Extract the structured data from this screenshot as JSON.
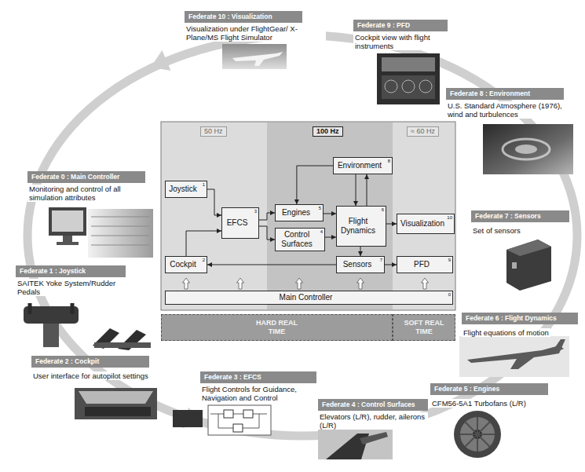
{
  "diagram": {
    "nodes": [
      {
        "text": [
          "Federate 0 : Main Controller",
          "Monitoring and control of all simulation attributes"
        ]
      },
      {
        "text": [
          "Federate 1 : Joystick",
          "SAITEK Yoke System/Rudder Pedals"
        ]
      },
      {
        "text": [
          "Federate 2 : Cockpit",
          "User interface for autopilot settings"
        ]
      },
      {
        "text": [
          "Federate 3 : EFCS",
          "Flight Controls for Guidance, Navigation and Control"
        ]
      },
      {
        "text": [
          "Federate 4 : Control Surfaces",
          "Elevators (L/R), rudder, ailerons (L/R)"
        ]
      },
      {
        "text": [
          "Federate 5 : Engines",
          "CFM56-5A1 Turbofans (L/R)"
        ]
      },
      {
        "text": [
          "Federate 6 : Flight Dynamics",
          "Flight equations of motion"
        ]
      },
      {
        "text": [
          "Federate 7 : Sensors",
          "Set of sensors"
        ]
      },
      {
        "text": [
          "Federate 8 : Environment",
          "U.S. Standard Atmosphere (1976), wind and turbulences"
        ]
      },
      {
        "text": [
          "Federate 9 : PFD",
          "Cockpit view with flight instruments"
        ]
      },
      {
        "text": [
          "Federate 10 : Visualization",
          "Visualization under FlightGear/ X-Plane/MS Flight Simulator"
        ]
      },
      {
        "text": [
          "Joystick",
          "1"
        ]
      },
      {
        "text": [
          "Cockpit",
          "2"
        ]
      },
      {
        "text": [
          "EFCS",
          "3"
        ]
      },
      {
        "text": [
          "Engines",
          "5"
        ]
      },
      {
        "text": [
          "Control Surfaces",
          "4"
        ]
      },
      {
        "text": [
          "Environment",
          "8"
        ]
      },
      {
        "text": [
          "Flight Dynamics",
          "6"
        ]
      },
      {
        "text": [
          "Sensors",
          "7"
        ]
      },
      {
        "text": [
          "Visualization",
          "10"
        ]
      },
      {
        "text": [
          "PFD",
          "9"
        ]
      },
      {
        "text": [
          "Main Controller",
          "0"
        ]
      },
      {
        "text": [
          "HARD REAL TIME"
        ]
      },
      {
        "text": [
          "SOFT REAL TIME"
        ]
      }
    ],
    "edges": [
      {
        "from": 11,
        "to": 13,
        "arrow": "to"
      },
      {
        "from": 12,
        "to": 13,
        "arrow": "to"
      },
      {
        "from": 13,
        "to": 14,
        "arrow": "to"
      },
      {
        "from": 13,
        "to": 15,
        "arrow": "to"
      },
      {
        "from": 14,
        "to": 17,
        "arrow": "to"
      },
      {
        "from": 15,
        "to": 17,
        "arrow": "to"
      },
      {
        "from": 16,
        "to": 14,
        "arrow": "to"
      },
      {
        "from": 16,
        "to": 17,
        "arrow": "to"
      },
      {
        "from": 17,
        "to": 16,
        "arrow": "to"
      },
      {
        "from": 17,
        "to": 19,
        "arrow": "to"
      },
      {
        "from": 17,
        "to": 18,
        "arrow": "to"
      },
      {
        "from": 18,
        "to": 12,
        "arrow": "to"
      },
      {
        "from": 18,
        "to": 20,
        "arrow": "to"
      }
    ],
    "labels": [
      "50 Hz",
      "100 Hz",
      "≈ 60 Hz"
    ]
  }
}
